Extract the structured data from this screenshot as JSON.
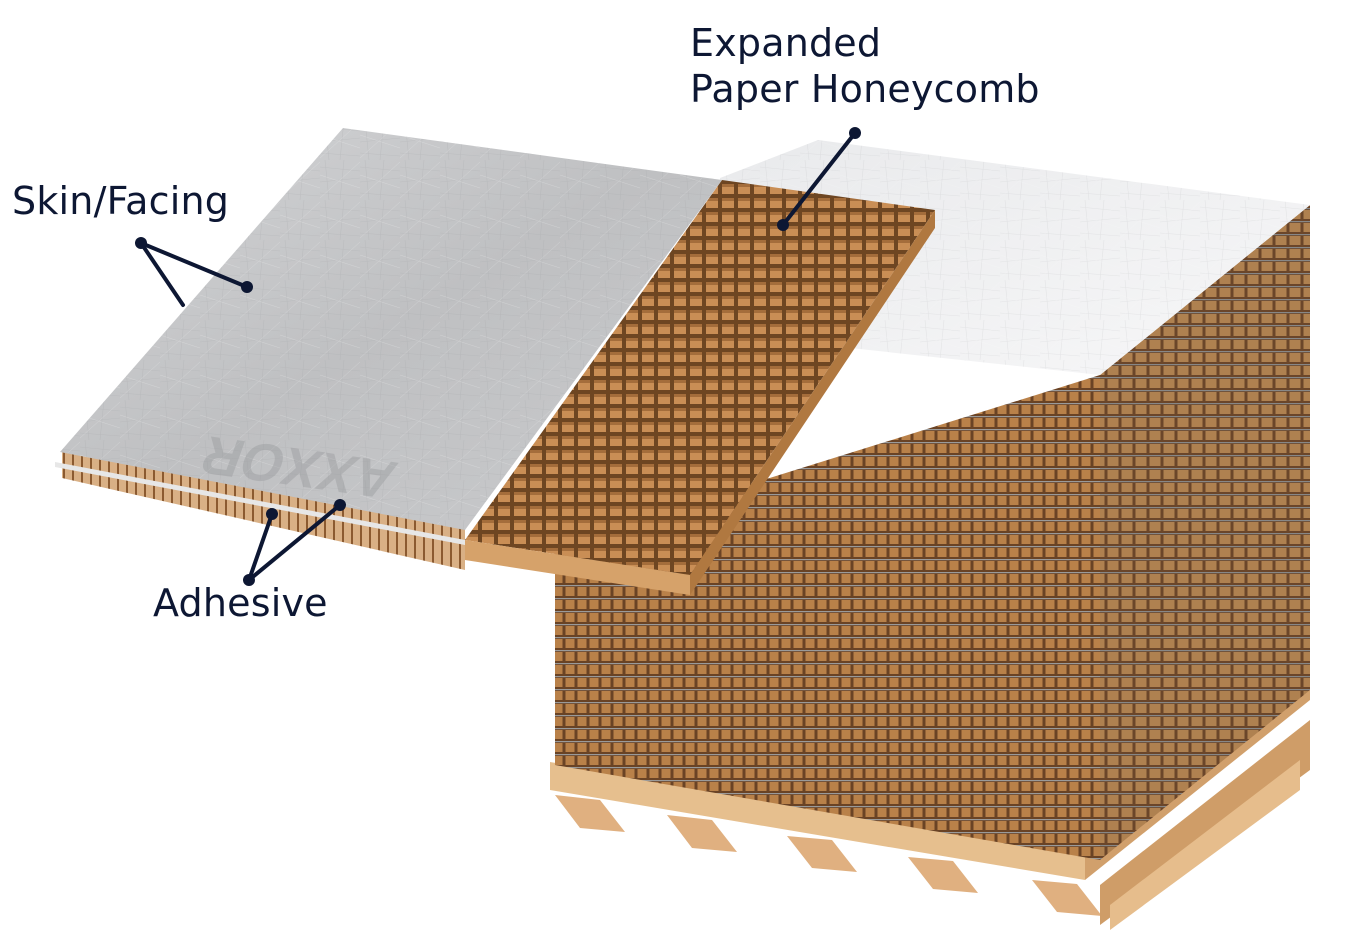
{
  "labels": {
    "honeycomb_line1": "Expanded",
    "honeycomb_line2": "Paper Honeycomb",
    "skin": "Skin/Facing",
    "adhesive": "Adhesive"
  },
  "watermark": "AXXOR",
  "colors": {
    "label_text": "#0d1733",
    "leader_line": "#0d1733",
    "kraft": "#c9925a",
    "kraft_dark": "#8a5a2e",
    "skin": "#c8c9cb",
    "pallet": "#e3b98a"
  }
}
